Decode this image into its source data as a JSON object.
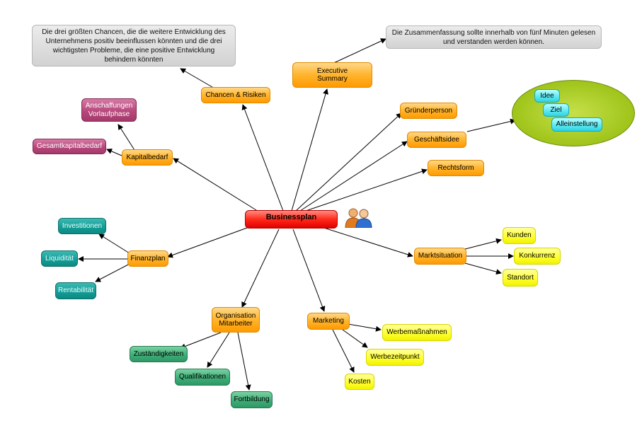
{
  "center": {
    "label": "Businessplan"
  },
  "top": {
    "chancen": "Chancen & Risiken",
    "executive_line1": "Executive",
    "executive_line2": "Summary",
    "note_chancen": "Die drei größten Chancen, die die weitere Entwicklung des Unternehmens positiv beeinflussen könnten und die drei wichtigsten Probleme, die eine positive Entwicklung behindern könnten",
    "note_summary": "Die Zusammenfassung sollte innerhalb von fünf Minuten gelesen und verstanden werden können."
  },
  "right": {
    "gruenderperson": "Gründerperson",
    "geschaeftsidee": "Geschäftsidee",
    "rechtsform": "Rechtsform",
    "idee": "Idee",
    "ziel": "Ziel",
    "alleinstellung": "Alleinstellung"
  },
  "kapital": {
    "kapitalbedarf": "Kapitalbedarf",
    "anschaffungen_line1": "Anschaffungen",
    "anschaffungen_line2": "Vorlaufphase",
    "gesamtkapitalbedarf": "Gesamtkapitalbedarf"
  },
  "finanz": {
    "finanzplan": "Finanzplan",
    "investitionen": "Investitionen",
    "liquiditaet": "Liquidität",
    "rentabilitaet": "Rentabilität"
  },
  "markt": {
    "marktsituation": "Marktsituation",
    "kunden": "Kunden",
    "konkurrenz": "Konkurrenz",
    "standort": "Standort"
  },
  "marketing": {
    "marketing": "Marketing",
    "werbemassnahmen": "Werbemaßnahmen",
    "werbezeitpunkt": "Werbezeitpunkt",
    "kosten": "Kosten"
  },
  "organisation": {
    "line1": "Organisation",
    "line2": "Mitarbeiter",
    "zustaendigkeiten": "Zuständigkeiten",
    "qualifikationen": "Qualifikationen",
    "fortbildung": "Fortbildung"
  },
  "colors": {
    "branch": "#ffa500",
    "center": "#ff1a1a",
    "leaf_yellow": "#ffff33",
    "leaf_teal": "#139e97",
    "leaf_green": "#3fae78",
    "leaf_plum": "#b8487c",
    "leaf_cyan": "#5fe9f2",
    "note_gray": "#dedede",
    "blob_green": "#9fc41a"
  }
}
